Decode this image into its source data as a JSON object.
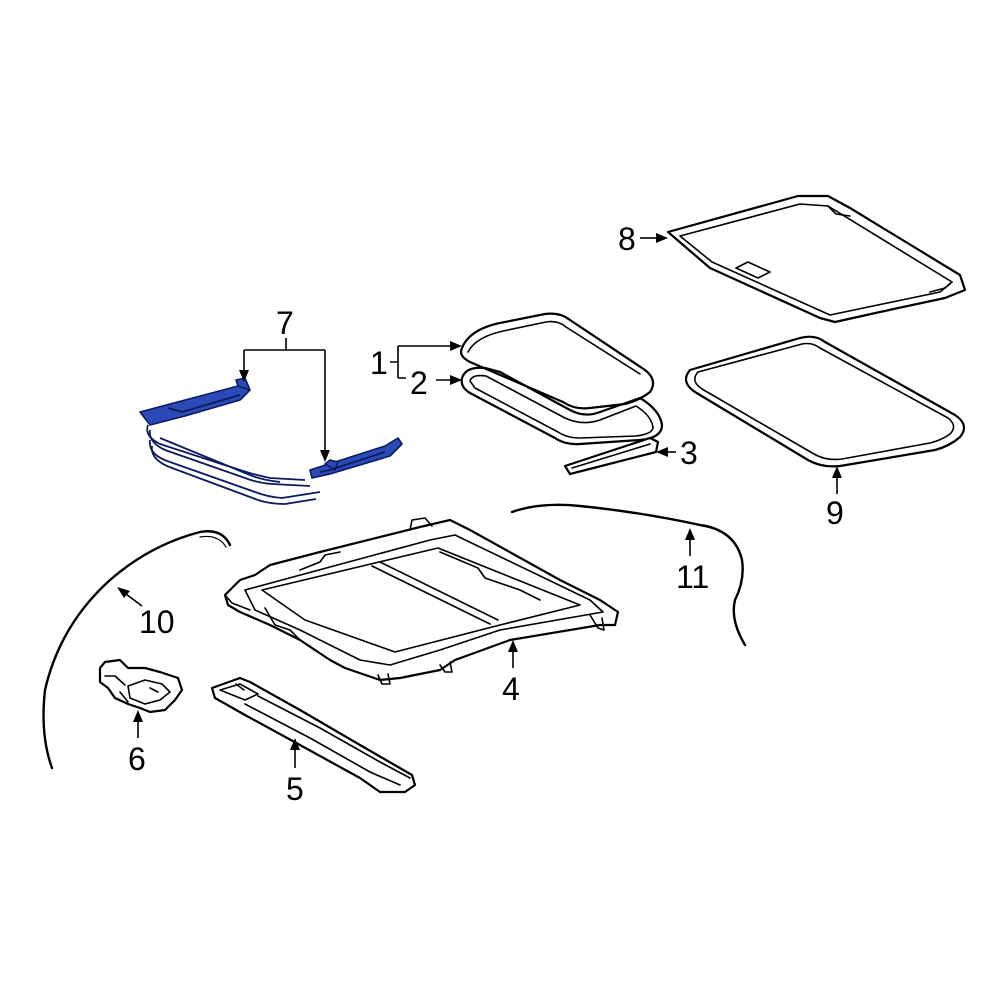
{
  "diagram": {
    "highlight_color": "#2c49b8",
    "highlight_outline": "#0c1a5e",
    "line_color": "#000000",
    "background": "#ffffff"
  },
  "callouts": {
    "c1": "1",
    "c2": "2",
    "c3": "3",
    "c4": "4",
    "c5": "5",
    "c6": "6",
    "c7": "7",
    "c8": "8",
    "c9": "9",
    "c10": "10",
    "c11": "11"
  }
}
